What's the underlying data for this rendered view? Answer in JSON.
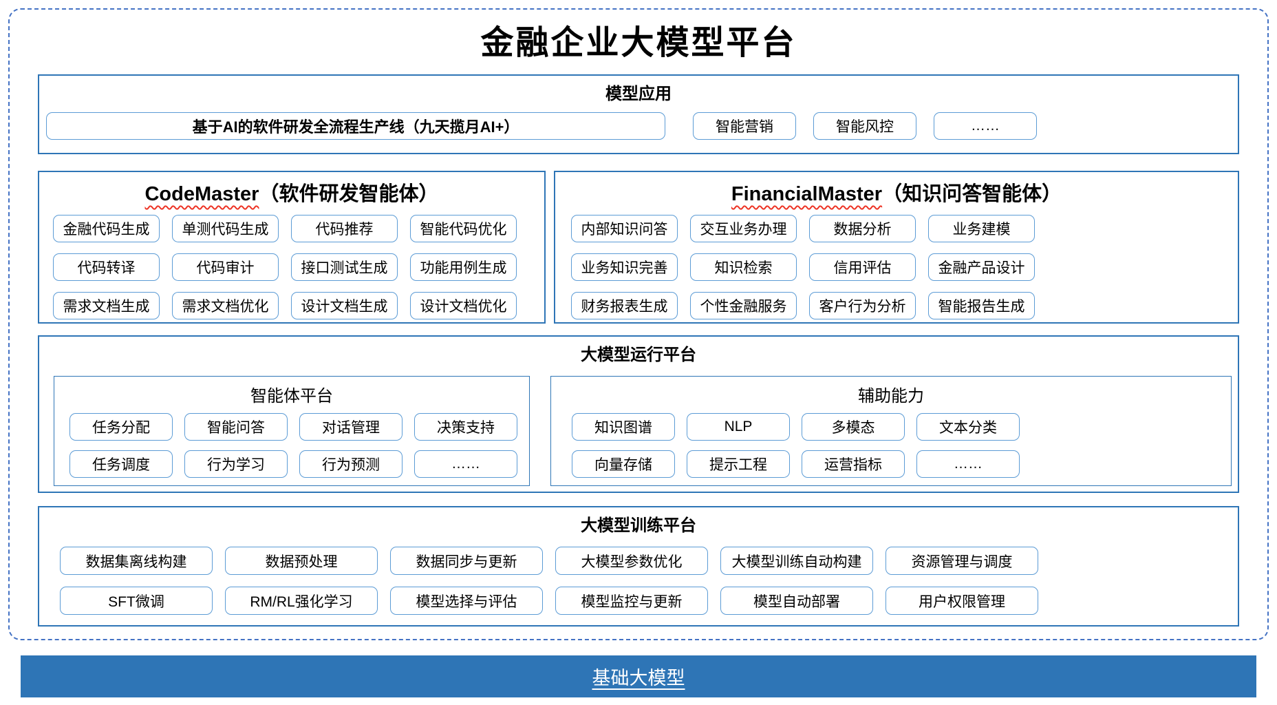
{
  "title": "金融企业大模型平台",
  "colors": {
    "box_border": "#2E75B6",
    "pill_border": "#5B9BD5",
    "dashed_border": "#4472C4",
    "foundation_bar_bg": "#2E75B6",
    "spellcheck_squiggle": "#ED3324"
  },
  "model_app": {
    "title": "模型应用",
    "pipeline": "基于AI的软件研发全流程生产线（九天揽月AI+）",
    "items": [
      "智能营销",
      "智能风控",
      "……"
    ]
  },
  "code_master": {
    "name": "CodeMaster",
    "subtitle": "（软件研发智能体）",
    "items": [
      "金融代码生成",
      "单测代码生成",
      "代码推荐",
      "智能代码优化",
      "代码转译",
      "代码审计",
      "接口测试生成",
      "功能用例生成",
      "需求文档生成",
      "需求文档优化",
      "设计文档生成",
      "设计文档优化"
    ]
  },
  "financial_master": {
    "name": "FinancialMaster",
    "subtitle": "（知识问答智能体）",
    "items": [
      "内部知识问答",
      "交互业务办理",
      "数据分析",
      "业务建模",
      "业务知识完善",
      "知识检索",
      "信用评估",
      "金融产品设计",
      "财务报表生成",
      "个性金融服务",
      "客户行为分析",
      "智能报告生成"
    ]
  },
  "runtime_platform": {
    "title": "大模型运行平台",
    "agent_platform": {
      "title": "智能体平台",
      "items": [
        "任务分配",
        "智能问答",
        "对话管理",
        "决策支持",
        "任务调度",
        "行为学习",
        "行为预测",
        "……"
      ]
    },
    "auxiliary": {
      "title": "辅助能力",
      "items": [
        "知识图谱",
        "NLP",
        "多模态",
        "文本分类",
        "向量存储",
        "提示工程",
        "运营指标",
        "……"
      ]
    }
  },
  "training_platform": {
    "title": "大模型训练平台",
    "items": [
      "数据集离线构建",
      "数据预处理",
      "数据同步与更新",
      "大模型参数优化",
      "大模型训练自动构建",
      "资源管理与调度",
      "SFT微调",
      "RM/RL强化学习",
      "模型选择与评估",
      "模型监控与更新",
      "模型自动部署",
      "用户权限管理"
    ]
  },
  "foundation_bar": {
    "label": "基础大模型"
  }
}
